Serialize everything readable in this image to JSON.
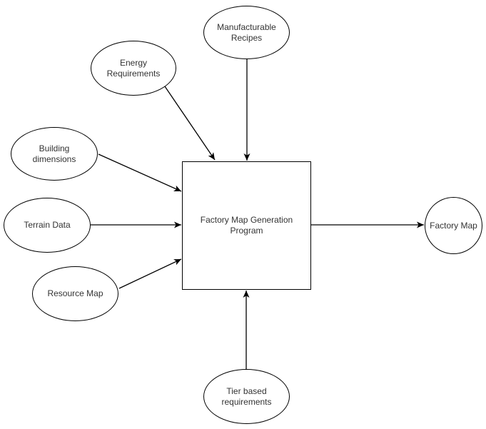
{
  "diagram": {
    "type": "flowchart",
    "background_color": "#ffffff",
    "stroke_color": "#000000",
    "text_color": "#333333",
    "shape_fill_color": "#ffffff",
    "nodes": {
      "manufacturable_recipes": {
        "label": "Manufacturable Recipes",
        "shape": "ellipse"
      },
      "energy_requirements": {
        "label": "Energy Requirements",
        "shape": "ellipse"
      },
      "building_dimensions": {
        "label": "Building dimensions",
        "shape": "ellipse"
      },
      "terrain_data": {
        "label": "Terrain Data",
        "shape": "ellipse"
      },
      "resource_map": {
        "label": "Resource Map",
        "shape": "ellipse"
      },
      "tier_based_requirements": {
        "label": "Tier based requirements",
        "shape": "ellipse"
      },
      "program": {
        "label": "Factory Map Generation Program",
        "shape": "rectangle"
      },
      "factory_map": {
        "label": "Factory Map",
        "shape": "circle"
      }
    },
    "edges": [
      {
        "from": "manufacturable_recipes",
        "to": "program",
        "arrow": "end"
      },
      {
        "from": "energy_requirements",
        "to": "program",
        "arrow": "end"
      },
      {
        "from": "building_dimensions",
        "to": "program",
        "arrow": "end"
      },
      {
        "from": "terrain_data",
        "to": "program",
        "arrow": "end"
      },
      {
        "from": "resource_map",
        "to": "program",
        "arrow": "end"
      },
      {
        "from": "tier_based_requirements",
        "to": "program",
        "arrow": "end"
      },
      {
        "from": "program",
        "to": "factory_map",
        "arrow": "end"
      }
    ]
  }
}
